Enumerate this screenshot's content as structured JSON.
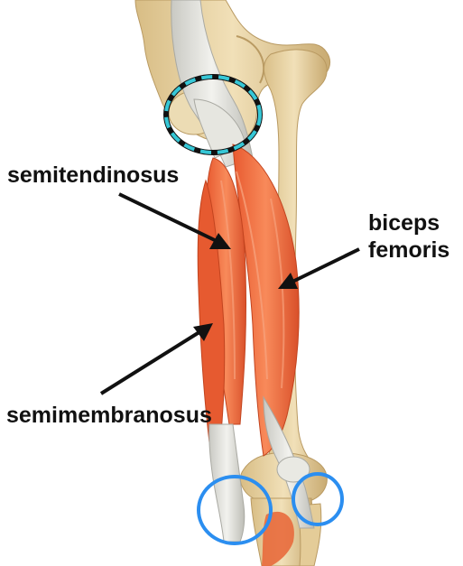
{
  "labels": {
    "semitendinosus": "semitendinosus",
    "biceps_line1": "biceps",
    "biceps_line2": "femoris",
    "semimembranosus": "semimembranosus"
  },
  "colors": {
    "bone": "#e7d2a4",
    "bone_shadow": "#c9ad76",
    "tendon": "#dcdcd6",
    "muscle": "#f06a3c",
    "muscle_dark": "#d8502a",
    "origin_circle": "#36c7d6",
    "insertion_circle": "#2b8ef0",
    "arrow": "#111111"
  }
}
